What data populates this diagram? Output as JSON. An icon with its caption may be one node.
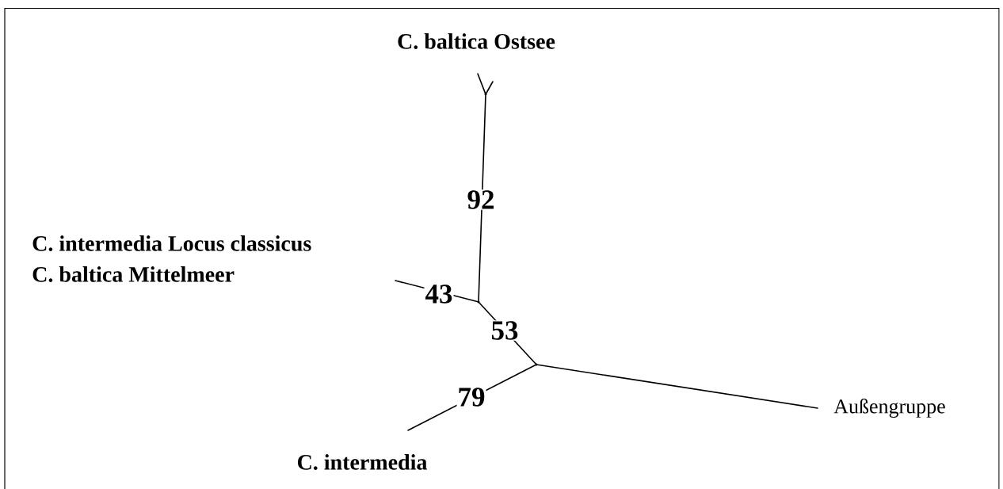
{
  "diagram": {
    "nodes": [
      {
        "text": [],
        "shape": "point"
      },
      {
        "text": [],
        "shape": "point"
      },
      {
        "text": [],
        "shape": "point"
      }
    ],
    "edges": [
      {
        "from": 1,
        "to": 0,
        "arrow": "none",
        "label": "92"
      },
      {
        "from": 0,
        "to": null,
        "arrow": "none"
      },
      {
        "from": 0,
        "to": null,
        "arrow": "none"
      },
      {
        "from": 1,
        "to": null,
        "arrow": "none",
        "label": "43"
      },
      {
        "from": 1,
        "to": 2,
        "arrow": "none",
        "label": "53"
      },
      {
        "from": 2,
        "to": null,
        "arrow": "none",
        "label": "79"
      },
      {
        "from": 2,
        "to": null,
        "arrow": "none"
      }
    ],
    "labels": [
      "C. baltica Ostsee",
      "C. intermedia Locus classicus",
      "C. baltica Mittelmeer",
      "C. intermedia",
      "Außengruppe"
    ]
  }
}
